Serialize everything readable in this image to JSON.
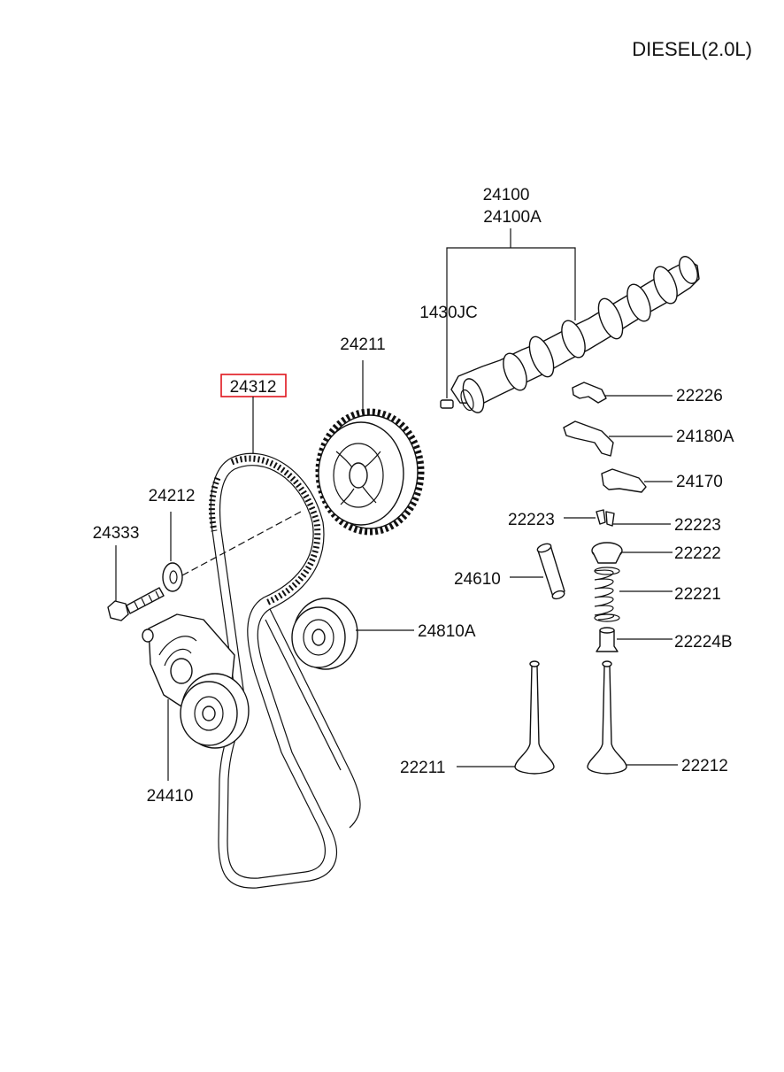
{
  "header": {
    "engine": "DIESEL(2.0L)"
  },
  "highlight_color": "#e0161e",
  "callouts": {
    "timing_belt": "24312",
    "camshaft": "24100",
    "camshaft_alt": "24100A",
    "pin": "1430JC",
    "cam_sprocket": "24211",
    "washer": "24212",
    "bolt": "24333",
    "idler_pulley": "24810A",
    "tensioner": "24410",
    "bridge": "22226",
    "rocker_arm": "24180A",
    "rocker_small": "24170",
    "retainer_lock_left": "22223",
    "retainer_lock_right": "22223",
    "spring_retainer": "22222",
    "lash_adjuster": "24610",
    "valve_spring": "22221",
    "stem_seal": "22224B",
    "intake_valve": "22211",
    "exhaust_valve": "22212"
  }
}
